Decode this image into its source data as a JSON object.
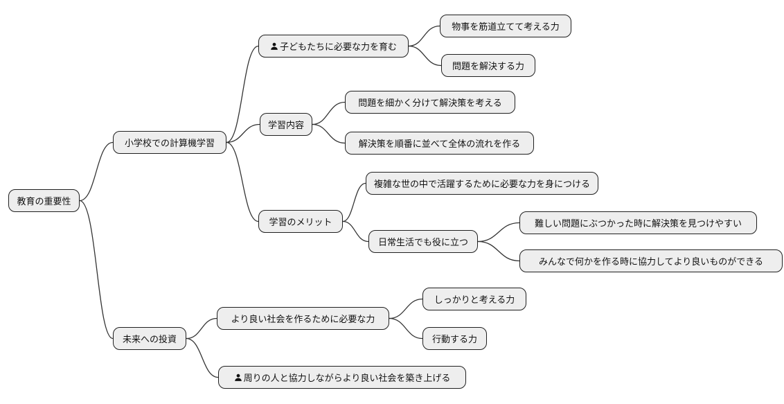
{
  "diagram_type": "mindmap",
  "style": {
    "node_fill": "#eeeeee",
    "node_border": "#1f1f1f",
    "edge_color": "#333333",
    "text_color": "#111111",
    "background": "#ffffff"
  },
  "icons": {
    "person": "person-icon"
  },
  "mindmap": {
    "root": {
      "label": "教育の重要性",
      "children": [
        {
          "label": "小学校での計算機学習",
          "children": [
            {
              "label": "子どもたちに必要な力を育む",
              "icon": "person",
              "children": [
                {
                  "label": "物事を筋道立てて考える力"
                },
                {
                  "label": "問題を解決する力"
                }
              ]
            },
            {
              "label": "学習内容",
              "children": [
                {
                  "label": "問題を細かく分けて解決策を考える"
                },
                {
                  "label": "解決策を順番に並べて全体の流れを作る"
                }
              ]
            },
            {
              "label": "学習のメリット",
              "children": [
                {
                  "label": "複雑な世の中で活躍するために必要な力を身につける"
                },
                {
                  "label": "日常生活でも役に立つ",
                  "children": [
                    {
                      "label": "難しい問題にぶつかった時に解決策を見つけやすい"
                    },
                    {
                      "label": "みんなで何かを作る時に協力してより良いものができる"
                    }
                  ]
                }
              ]
            }
          ]
        },
        {
          "label": "未来への投資",
          "children": [
            {
              "label": "より良い社会を作るために必要な力",
              "children": [
                {
                  "label": "しっかりと考える力"
                },
                {
                  "label": "行動する力"
                }
              ]
            },
            {
              "label": "周りの人と協力しながらより良い社会を築き上げる",
              "icon": "person"
            }
          ]
        }
      ]
    }
  }
}
